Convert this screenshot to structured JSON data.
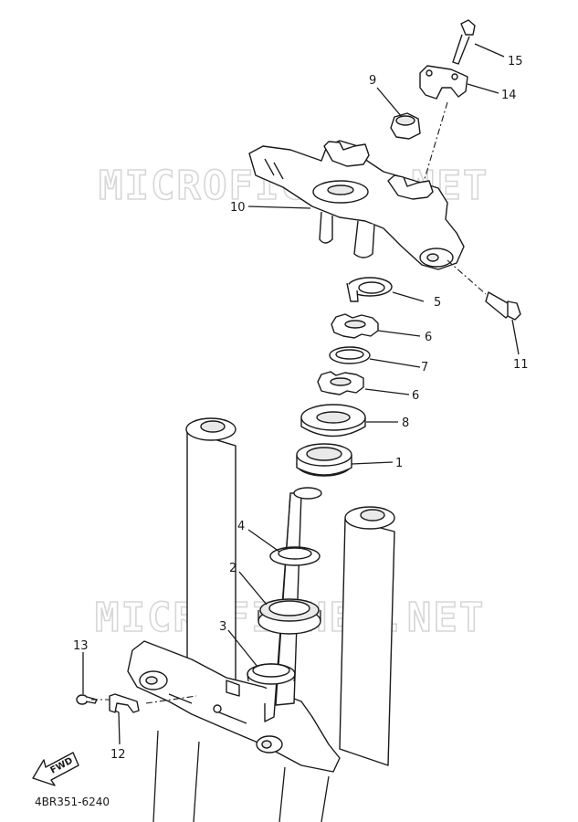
{
  "watermarks": [
    "MICROFICHES.NET",
    "MICROFICHES.NET"
  ],
  "diagram_code": "4BR351-6240",
  "fwd_label": "FWD",
  "callouts": [
    "1",
    "2",
    "3",
    "4",
    "5",
    "6",
    "6",
    "7",
    "8",
    "9",
    "10",
    "11",
    "12",
    "13",
    "14",
    "15"
  ]
}
